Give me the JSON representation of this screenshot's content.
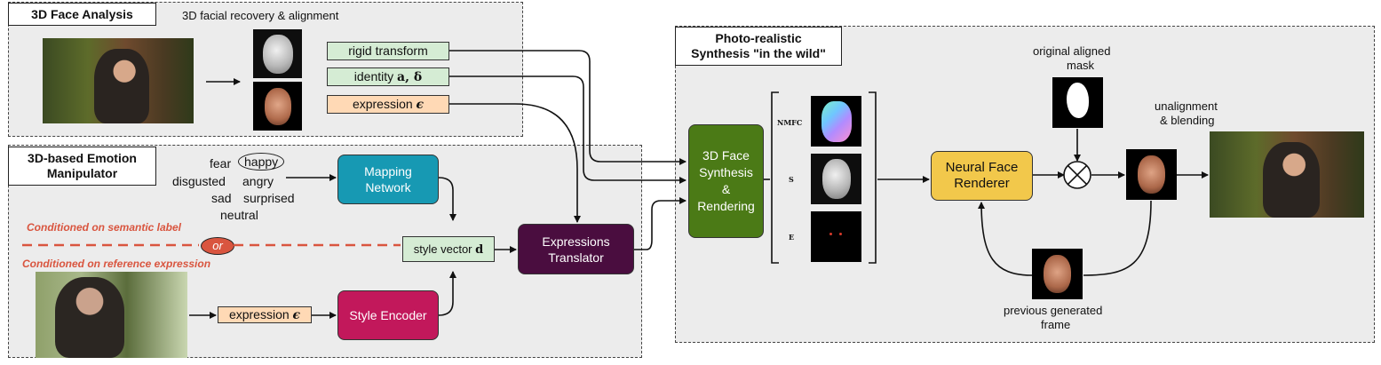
{
  "panels": {
    "analysis": {
      "title": "3D Face Analysis",
      "subtitle": "3D facial recovery & alignment"
    },
    "emotion": {
      "title_line1": "3D-based Emotion",
      "title_line2": "Manipulator"
    },
    "synthesis": {
      "title_line1": "Photo-realistic",
      "title_line2": "Synthesis \"in the wild\""
    }
  },
  "params": {
    "rigid": "rigid transform",
    "identity": "identity",
    "identity_symbols": "a, δ",
    "expression": "expression",
    "expression_symbol": "ϵ"
  },
  "emotions": {
    "fear": "fear",
    "happy": "happy",
    "disgusted": "disgusted",
    "angry": "angry",
    "sad": "sad",
    "surprised": "surprised",
    "neutral": "neutral"
  },
  "conditions": {
    "semantic": "Conditioned on semantic label",
    "or": "or",
    "reference": "Conditioned on reference expression"
  },
  "blocks": {
    "mapping_line1": "Mapping",
    "mapping_line2": "Network",
    "style_vector": "style vector",
    "style_vector_symbol": "d",
    "style_encoder": "Style Encoder",
    "translator_line1": "Expressions",
    "translator_line2": "Translator",
    "synth_line1": "3D Face",
    "synth_line2": "Synthesis",
    "synth_line3": "&",
    "synth_line4": "Rendering",
    "renderer_line1": "Neural Face",
    "renderer_line2": "Renderer"
  },
  "stack_labels": {
    "nmfc": "NMFC",
    "s": "S",
    "e": "E"
  },
  "labels": {
    "mask_line1": "original aligned",
    "mask_line2": "mask",
    "unalign_line1": "unalignment",
    "unalign_line2": "& blending",
    "prev_line1": "previous generated",
    "prev_line2": "frame"
  },
  "colors": {
    "param_green": "#d5ecd4",
    "param_orange": "#ffd9b5",
    "mapping": "#1799b3",
    "style_encoder": "#c2185b",
    "translator": "#4a0d3f",
    "synth": "#4b7a16",
    "renderer": "#f2c84b",
    "accent_red": "#d9553f"
  }
}
